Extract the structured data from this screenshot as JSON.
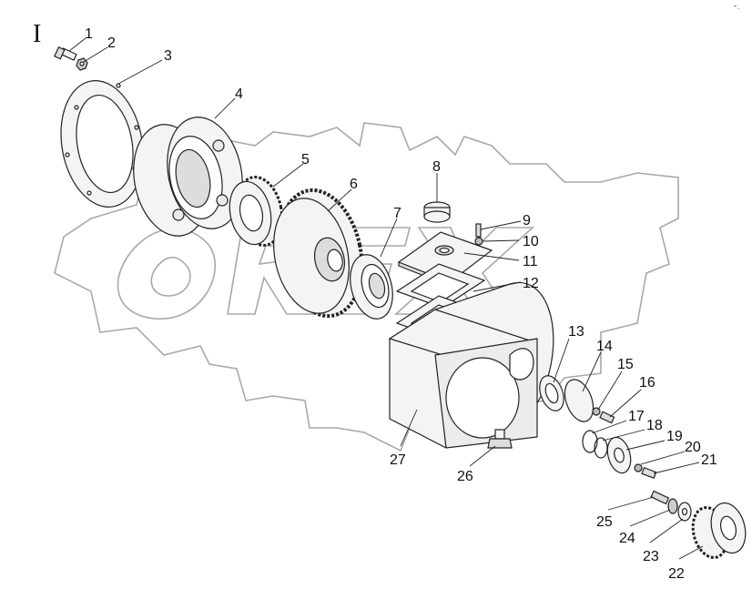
{
  "diagram": {
    "section_label": "I",
    "corner_mark": "*'..",
    "watermark_text": "OREX",
    "callouts": [
      {
        "id": "1",
        "text": "1"
      },
      {
        "id": "2",
        "text": "2"
      },
      {
        "id": "3",
        "text": "3"
      },
      {
        "id": "4",
        "text": "4"
      },
      {
        "id": "5",
        "text": "5"
      },
      {
        "id": "6",
        "text": "6"
      },
      {
        "id": "7",
        "text": "7"
      },
      {
        "id": "8",
        "text": "8"
      },
      {
        "id": "9",
        "text": "9"
      },
      {
        "id": "10",
        "text": "10"
      },
      {
        "id": "11",
        "text": "11"
      },
      {
        "id": "12",
        "text": "12"
      },
      {
        "id": "13",
        "text": "13"
      },
      {
        "id": "14",
        "text": "14"
      },
      {
        "id": "15",
        "text": "15"
      },
      {
        "id": "16",
        "text": "16"
      },
      {
        "id": "17",
        "text": "17"
      },
      {
        "id": "18",
        "text": "18"
      },
      {
        "id": "19",
        "text": "19"
      },
      {
        "id": "20",
        "text": "20"
      },
      {
        "id": "21",
        "text": "21"
      },
      {
        "id": "22",
        "text": "22"
      },
      {
        "id": "23",
        "text": "23"
      },
      {
        "id": "24",
        "text": "24"
      },
      {
        "id": "25",
        "text": "25"
      },
      {
        "id": "26",
        "text": "26"
      },
      {
        "id": "27",
        "text": "27"
      }
    ],
    "colors": {
      "line": "#222222",
      "watermark": "#9a9a9a",
      "part_fill": "#f4f4f4"
    }
  }
}
